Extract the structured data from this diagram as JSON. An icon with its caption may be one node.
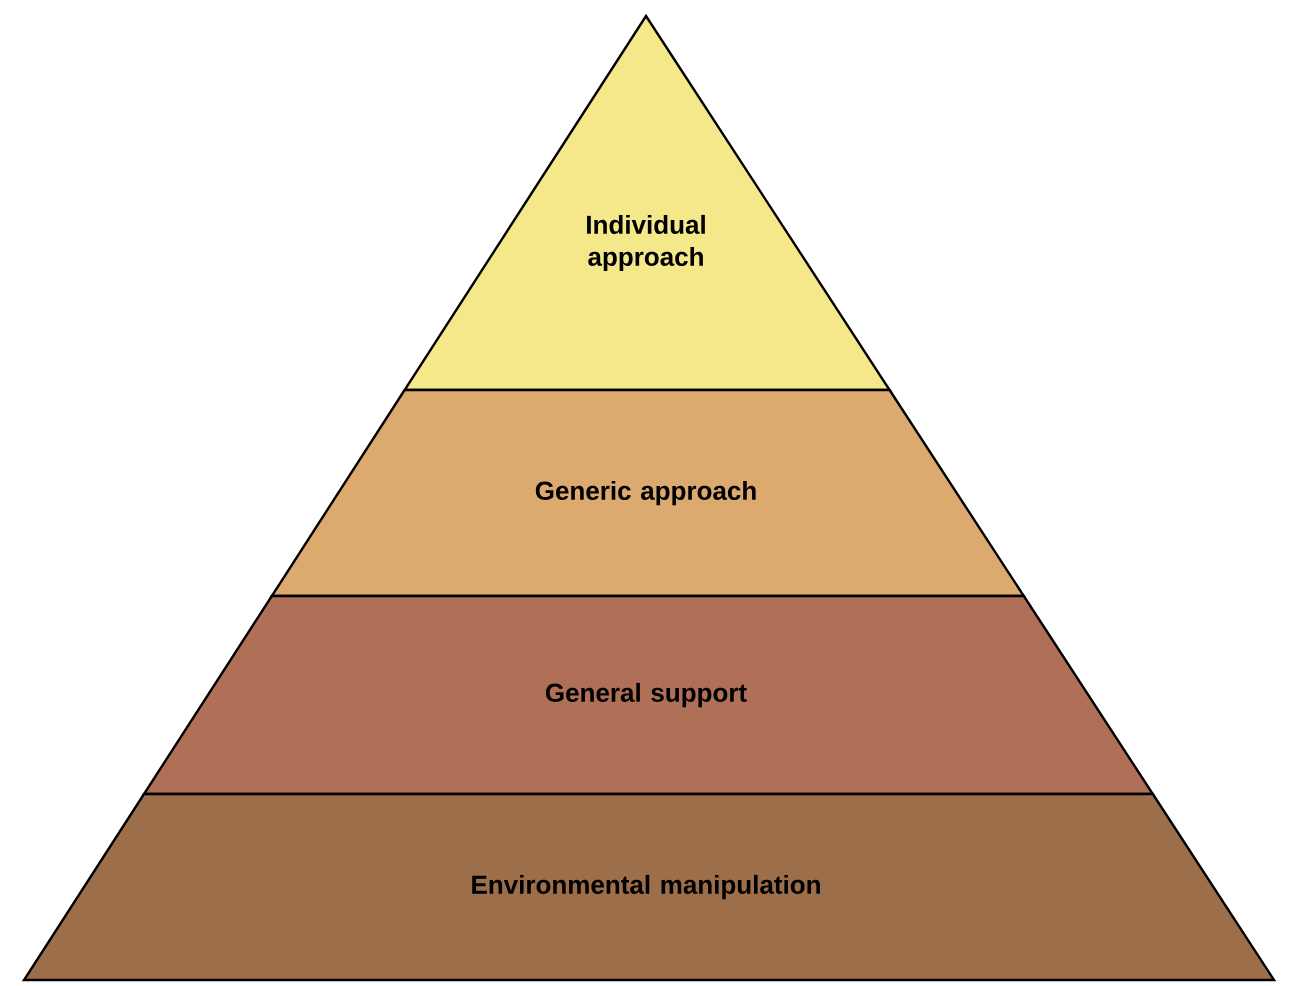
{
  "diagram": {
    "nodes": [
      {
        "text": [
          "Individual approach"
        ]
      },
      {
        "text": [
          "Generic approach"
        ]
      },
      {
        "text": [
          "General support"
        ]
      },
      {
        "text": [
          "Environmental manipulation"
        ]
      }
    ]
  }
}
